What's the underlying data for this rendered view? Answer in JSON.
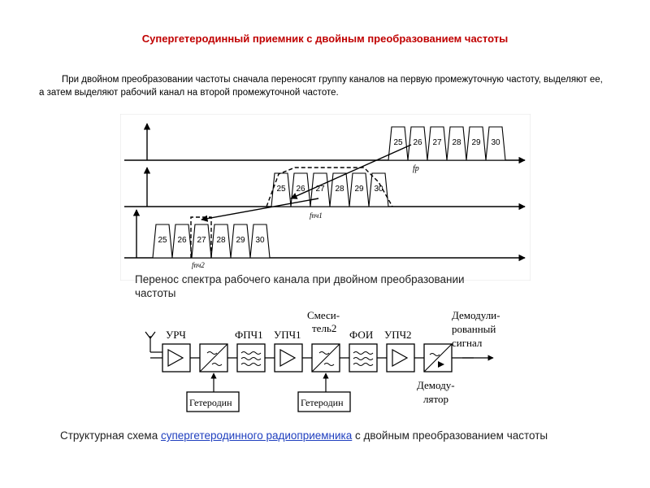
{
  "title": "Супергетеродинный приемник с двойным преобразованием частоты",
  "intro": "При двойном преобразовании частоты сначала переносят группу каналов на первую промежуточную частоту, выделяют ее, а затем выделяют рабочий канал на второй промежуточной частоте.",
  "spectrum": {
    "channels": [
      "25",
      "26",
      "27",
      "28",
      "29",
      "30"
    ],
    "label_fp": "fр",
    "label_fpch1": "fпч1",
    "label_fpch2": "fпч2"
  },
  "caption_spectrum": "Перенос спектра рабочего канала при двойном преобразовании частоты",
  "block_diagram": {
    "urch": "УРЧ",
    "fpch1": "ФПЧ1",
    "upch1": "УПЧ1",
    "mixer2_line1": "Смеси-",
    "mixer2_line2": "тель2",
    "foi": "ФОИ",
    "upch2": "УПЧ2",
    "demod_signal_line1": "Демодули-",
    "demod_signal_line2": "рованный",
    "demod_signal_line3": "сигнал",
    "demodulator_line1": "Демоду-",
    "demodulator_line2": "лятор",
    "heterodyne1": "Гетеродин",
    "heterodyne2": "Гетеродин"
  },
  "caption_block": {
    "prefix": "Структурная схема ",
    "link": "супергетеродинного радиоприемника",
    "suffix": " с двойным преобразованием частоты"
  }
}
